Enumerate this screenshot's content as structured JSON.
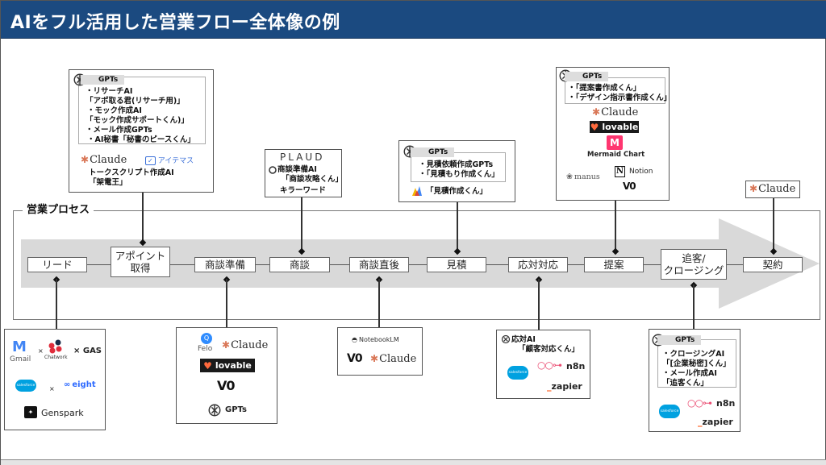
{
  "title": "AIをフル活用した営業フロー全体像の例",
  "process": {
    "label": "営業プロセス",
    "steps": [
      {
        "id": "lead",
        "label": "リード"
      },
      {
        "id": "appointment",
        "label": "アポイント\n取得"
      },
      {
        "id": "prep",
        "label": "商談準備"
      },
      {
        "id": "meeting",
        "label": "商談"
      },
      {
        "id": "post-meeting",
        "label": "商談直後"
      },
      {
        "id": "estimate",
        "label": "見積"
      },
      {
        "id": "response",
        "label": "応対対応"
      },
      {
        "id": "proposal",
        "label": "提案"
      },
      {
        "id": "closing",
        "label": "追客/\nクロージング"
      },
      {
        "id": "contract",
        "label": "契約"
      }
    ]
  },
  "tools": {
    "appointment": {
      "gpt_tag": "GPTs",
      "gpt_lines": [
        "・リサーチAI",
        "「アポ取る君(リサーチ用)」",
        "・モック作成AI",
        "「モック作成サポートくん)」",
        "・メール作成GPTs",
        "・AI秘書「秘書のピースくん」"
      ],
      "logos": [
        "Claude",
        "アイテマス"
      ],
      "extra_lines": [
        "トークスクリプト作成AI",
        "「架電王」"
      ]
    },
    "meeting": {
      "logo": "PLAUD",
      "lines": [
        "商談準備AI",
        "「商談攻略くん」",
        "キラーワード"
      ]
    },
    "estimate": {
      "gpt_tag": "GPTs",
      "gpt_lines": [
        "・見積依頼作成GPTs",
        "・「見積もり作成くん」"
      ],
      "extra_line": "「見積作成くん」"
    },
    "proposal": {
      "gpt_tag": "GPTs",
      "gpt_lines": [
        "・「提案書作成くん」",
        "・「デザイン指示書作成くん」"
      ],
      "logos": [
        "Claude",
        "lovable",
        "Mermaid Chart",
        "manus",
        "Notion",
        "V0"
      ]
    },
    "contract": {
      "logos": [
        "Claude"
      ]
    },
    "lead": {
      "logos": [
        "Gmail",
        "×",
        "Chatwork",
        "× GAS",
        "salesforce",
        "×",
        "eight",
        "Genspark"
      ]
    },
    "prep": {
      "logos": [
        "Felo",
        "Claude",
        "lovable",
        "V0",
        "GPTs"
      ]
    },
    "post-meeting": {
      "logos": [
        "NotebookLM",
        "V0",
        "Claude"
      ]
    },
    "response": {
      "lines": [
        "応対AI",
        "「顧客対応くん」"
      ],
      "logos": [
        "salesforce",
        "n8n",
        "_zapier"
      ]
    },
    "closing": {
      "gpt_tag": "GPTs",
      "gpt_lines": [
        "・クロージングAI",
        "「[企業秘密]くん」",
        "・メール作成AI",
        "「追客くん」"
      ],
      "logos": [
        "salesforce",
        "n8n",
        "_zapier"
      ]
    }
  },
  "colors": {
    "title_bg": "#1b4a80",
    "arrow": "#d9d9d9",
    "claude": "#d97757",
    "lovable_bg": "#1a1a1a",
    "mermaid": "#ff3670",
    "salesforce": "#00a1e0",
    "n8n": "#ea4b71",
    "zapier": "#ff4a00",
    "eight": "#2f6bff"
  }
}
